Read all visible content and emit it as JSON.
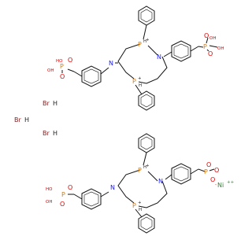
{
  "molecule": {
    "atom_symbols": {
      "phosphorus": "P",
      "oxygen": "O",
      "nitrogen": "N",
      "hydrogen": "H",
      "ph_h": "PH",
      "oh": "OH",
      "ho": "HO",
      "o_minus": "O",
      "o_minus_right": "O",
      "nickel": "Ni",
      "charge_plus": "+",
      "charge_minus": "-",
      "charge_2plus": "++"
    },
    "counter_ions": {
      "br1": "Br",
      "br2": "Br",
      "br3": "Br",
      "h": "H"
    }
  },
  "colors": {
    "phosphorus": "#e07a00",
    "oxygen": "#e00000",
    "nitrogen": "#1a1aff",
    "bromine": "#8b1a1a",
    "nickel": "#3c7a3c",
    "bond": "#111111"
  }
}
